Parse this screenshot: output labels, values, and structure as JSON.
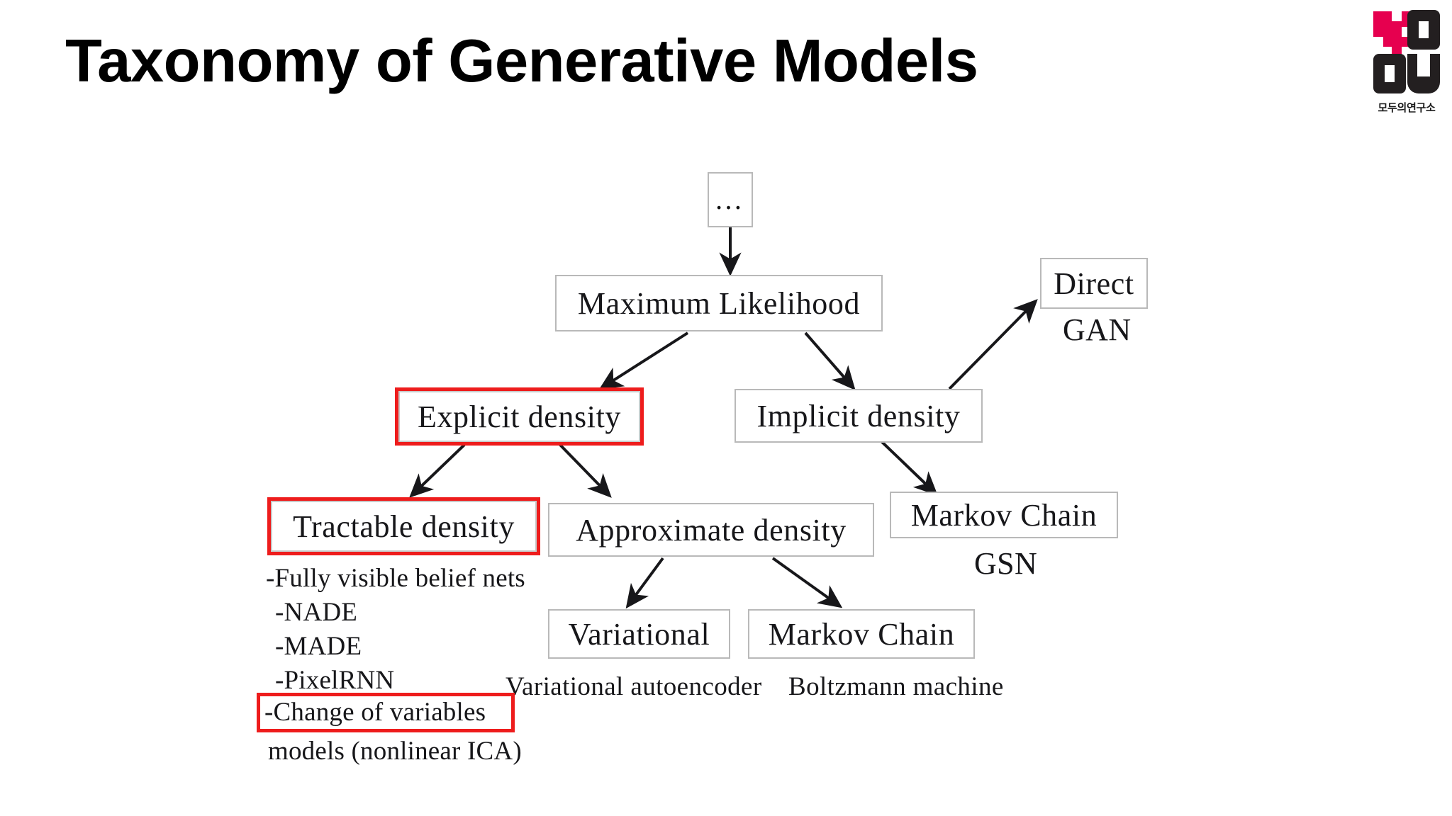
{
  "slide": {
    "title": "Taxonomy of Generative Models",
    "background_color": "#ffffff",
    "highlight_color": "#ee1c1c",
    "box_border_color": "#b9b9b9"
  },
  "logo": {
    "caption": "모두의연구소",
    "pink_color": "#e6004f",
    "dark_color": "#231f20"
  },
  "diagram": {
    "type": "tree",
    "nodes": [
      {
        "id": "root",
        "label": "…",
        "highlighted": false
      },
      {
        "id": "ml",
        "label": "Maximum Likelihood",
        "highlighted": false
      },
      {
        "id": "explicit",
        "label": "Explicit density",
        "highlighted": true
      },
      {
        "id": "implicit",
        "label": "Implicit density",
        "highlighted": false
      },
      {
        "id": "direct",
        "label": "Direct",
        "highlighted": false
      },
      {
        "id": "tractable",
        "label": "Tractable density",
        "highlighted": true
      },
      {
        "id": "approx",
        "label": "Approximate density",
        "highlighted": false
      },
      {
        "id": "mc_right",
        "label": "Markov Chain",
        "highlighted": false
      },
      {
        "id": "variational",
        "label": "Variational",
        "highlighted": false
      },
      {
        "id": "mc_bottom",
        "label": "Markov Chain",
        "highlighted": false
      }
    ],
    "annotations": [
      {
        "id": "gan_caption",
        "label": "GAN"
      },
      {
        "id": "gsn_caption",
        "label": "GSN"
      },
      {
        "id": "vae_caption",
        "label": "Variational autoencoder"
      },
      {
        "id": "boltzmann_caption",
        "label": "Boltzmann machine"
      }
    ],
    "tractable_examples": [
      {
        "text": "-Fully visible belief nets",
        "highlighted": false
      },
      {
        "text": "-NADE",
        "highlighted": false
      },
      {
        "text": "-MADE",
        "highlighted": false
      },
      {
        "text": "-PixelRNN",
        "highlighted": false
      },
      {
        "text": "-Change of variables",
        "highlighted": true
      },
      {
        "text": "models (nonlinear ICA)",
        "highlighted": false
      }
    ],
    "edges": [
      {
        "from": "root",
        "to": "ml"
      },
      {
        "from": "ml",
        "to": "explicit"
      },
      {
        "from": "ml",
        "to": "implicit"
      },
      {
        "from": "implicit",
        "to": "direct"
      },
      {
        "from": "implicit",
        "to": "mc_right"
      },
      {
        "from": "explicit",
        "to": "tractable"
      },
      {
        "from": "explicit",
        "to": "approx"
      },
      {
        "from": "approx",
        "to": "variational"
      },
      {
        "from": "approx",
        "to": "mc_bottom"
      }
    ]
  }
}
